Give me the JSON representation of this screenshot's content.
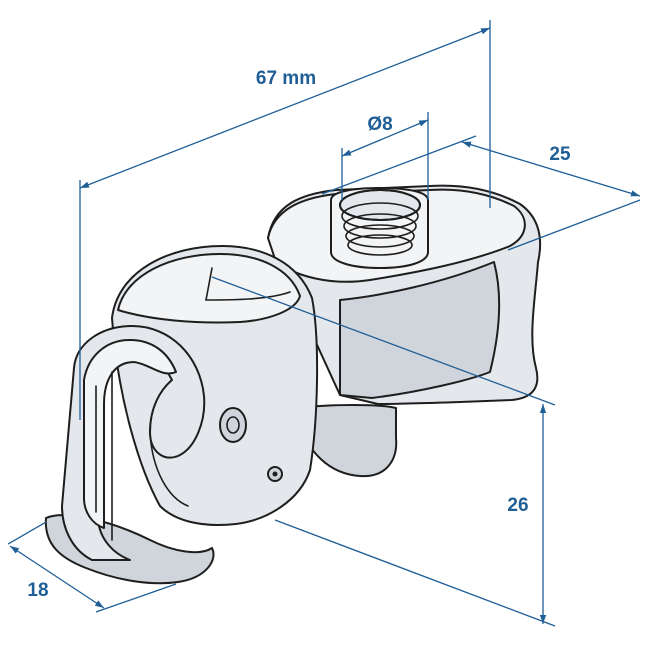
{
  "colors": {
    "dimension": "#1f5e96",
    "outline": "#1e1e1e",
    "body_fill": "#e4e8ec",
    "highlight": "#f2f4f6",
    "shadow": "#cfd5db",
    "background": "#ffffff"
  },
  "dimensions": {
    "length": "67 mm",
    "hole_diameter": "Ø8",
    "depth": "25",
    "height": "26",
    "width": "18"
  }
}
